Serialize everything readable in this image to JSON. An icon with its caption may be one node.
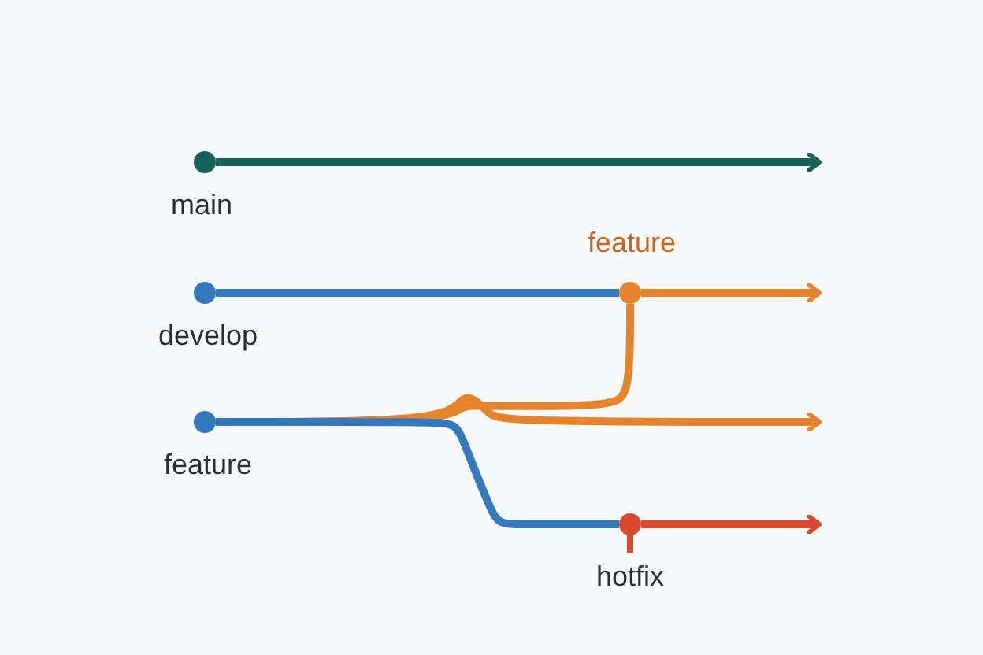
{
  "diagram": {
    "nodes": [
      {
        "text": [],
        "shape": "circle",
        "beside": [
          "main"
        ]
      },
      {
        "text": [],
        "shape": "circle",
        "beside": [
          "develop"
        ]
      },
      {
        "text": [],
        "shape": "circle",
        "beside": [
          "feature"
        ]
      },
      {
        "text": [],
        "shape": "circle",
        "beside": [
          "feature"
        ]
      },
      {
        "text": [],
        "shape": "circle",
        "beside": [
          "hotfix"
        ]
      }
    ],
    "edges": [
      {
        "from": 0,
        "to": null,
        "arrow": "to",
        "color": "#17615b"
      },
      {
        "from": 1,
        "to": 3,
        "arrow": "none",
        "color": "#3479bd"
      },
      {
        "from": 3,
        "to": null,
        "arrow": "to",
        "color": "#e6842e"
      },
      {
        "from": 2,
        "to": 4,
        "arrow": "none",
        "color": "#3479bd"
      },
      {
        "from": 4,
        "to": null,
        "arrow": "to",
        "color": "#d84a2f"
      },
      {
        "from": 2,
        "to": 3,
        "arrow": "none",
        "color": "#e6842e"
      },
      {
        "from": 2,
        "to": null,
        "arrow": "to",
        "color": "#e6842e"
      }
    ]
  }
}
